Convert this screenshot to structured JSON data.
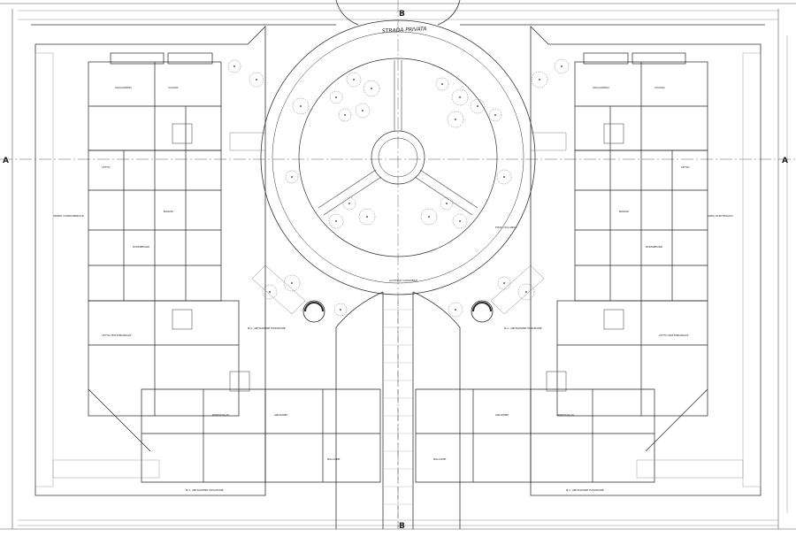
{
  "street_label": "STRADA PRIVATA",
  "section_markers": [
    "A",
    "A",
    "B",
    "B"
  ],
  "room_labels": [
    "SOGGIORNO",
    "CUCINA",
    "LETTO",
    "BAGNO",
    "DISIMPEGNO",
    "LETTO MATRIMONIALE",
    "RIPOSTIGLIO",
    "ANDRONE",
    "BALCONE"
  ],
  "building_labels": [
    "N.C. ABITAZIONE POSIZIONE",
    "N.C. ABITAZIONE POSIZIONE",
    "N.C. ABITAZIONE POSIZIONE",
    "N.C. ABITAZIONE POSIZIONE"
  ],
  "area_labels": [
    "VERDE CONDOMINIALE",
    "AREA PARCHEGGIO",
    "ACCESSO CARRABILE",
    "PISTA CICLABILE"
  ],
  "colors": {
    "line": "#2b2b2b",
    "paper": "#ffffff",
    "hatch": "#9a9a9a"
  }
}
